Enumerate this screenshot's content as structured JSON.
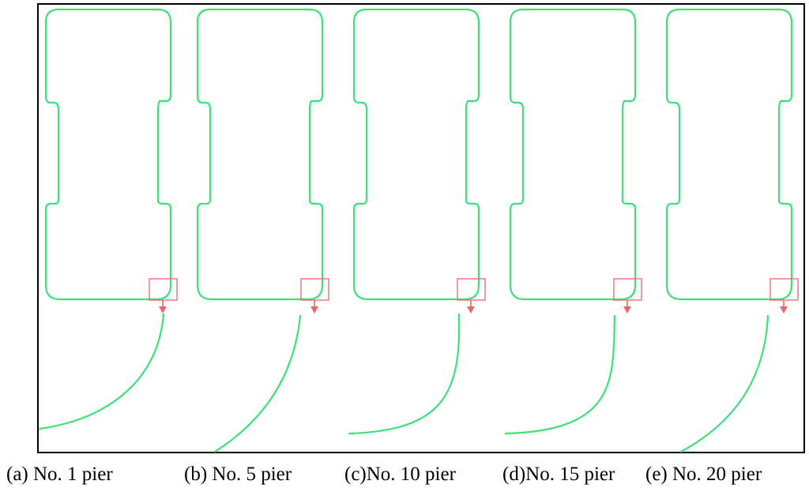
{
  "figure": {
    "colors": {
      "outline": "#3ee07a",
      "highlight": "#e8666a",
      "frame": "#000000"
    },
    "panels": [
      {
        "id": "a",
        "caption": "(a) No. 1 pier"
      },
      {
        "id": "b",
        "caption": "(b) No. 5 pier"
      },
      {
        "id": "c",
        "caption": "(c)No. 10 pier"
      },
      {
        "id": "d",
        "caption": "(d)No. 15 pier"
      },
      {
        "id": "e",
        "caption": "(e) No. 20 pier"
      }
    ]
  }
}
